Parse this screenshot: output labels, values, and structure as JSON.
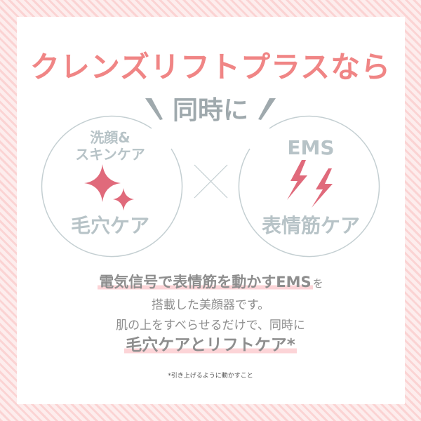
{
  "colors": {
    "accent_pink": "#f08585",
    "icon_pink": "#e06a7b",
    "gray_text": "#b7c3c7",
    "heading_gray": "#9fa9ad",
    "body_gray": "#8e8e8e",
    "highlight": "#fcd4d7",
    "border_stripe": "#fbd3d3"
  },
  "headline": "クレンズリフトプラスなら",
  "subheading": "同時に",
  "left_circle": {
    "top_label_line1": "洗顔&",
    "top_label_line2": "スキンケア",
    "icon": "sparkle-icon",
    "bottom_label": "毛穴ケア"
  },
  "connector": "×",
  "right_circle": {
    "top_label": "EMS",
    "icon": "lightning-icon",
    "bottom_label": "表情筋ケア"
  },
  "description": {
    "line1_highlight": "電気信号で表情筋を動かすEMS",
    "line1_suffix": "を",
    "line2": "搭載した美顔器です。",
    "line3": "肌の上をすべらせるだけで、同時に",
    "line4_highlight": "毛穴ケアとリフトケア*"
  },
  "footnote": "*引き上げるように動かすこと"
}
